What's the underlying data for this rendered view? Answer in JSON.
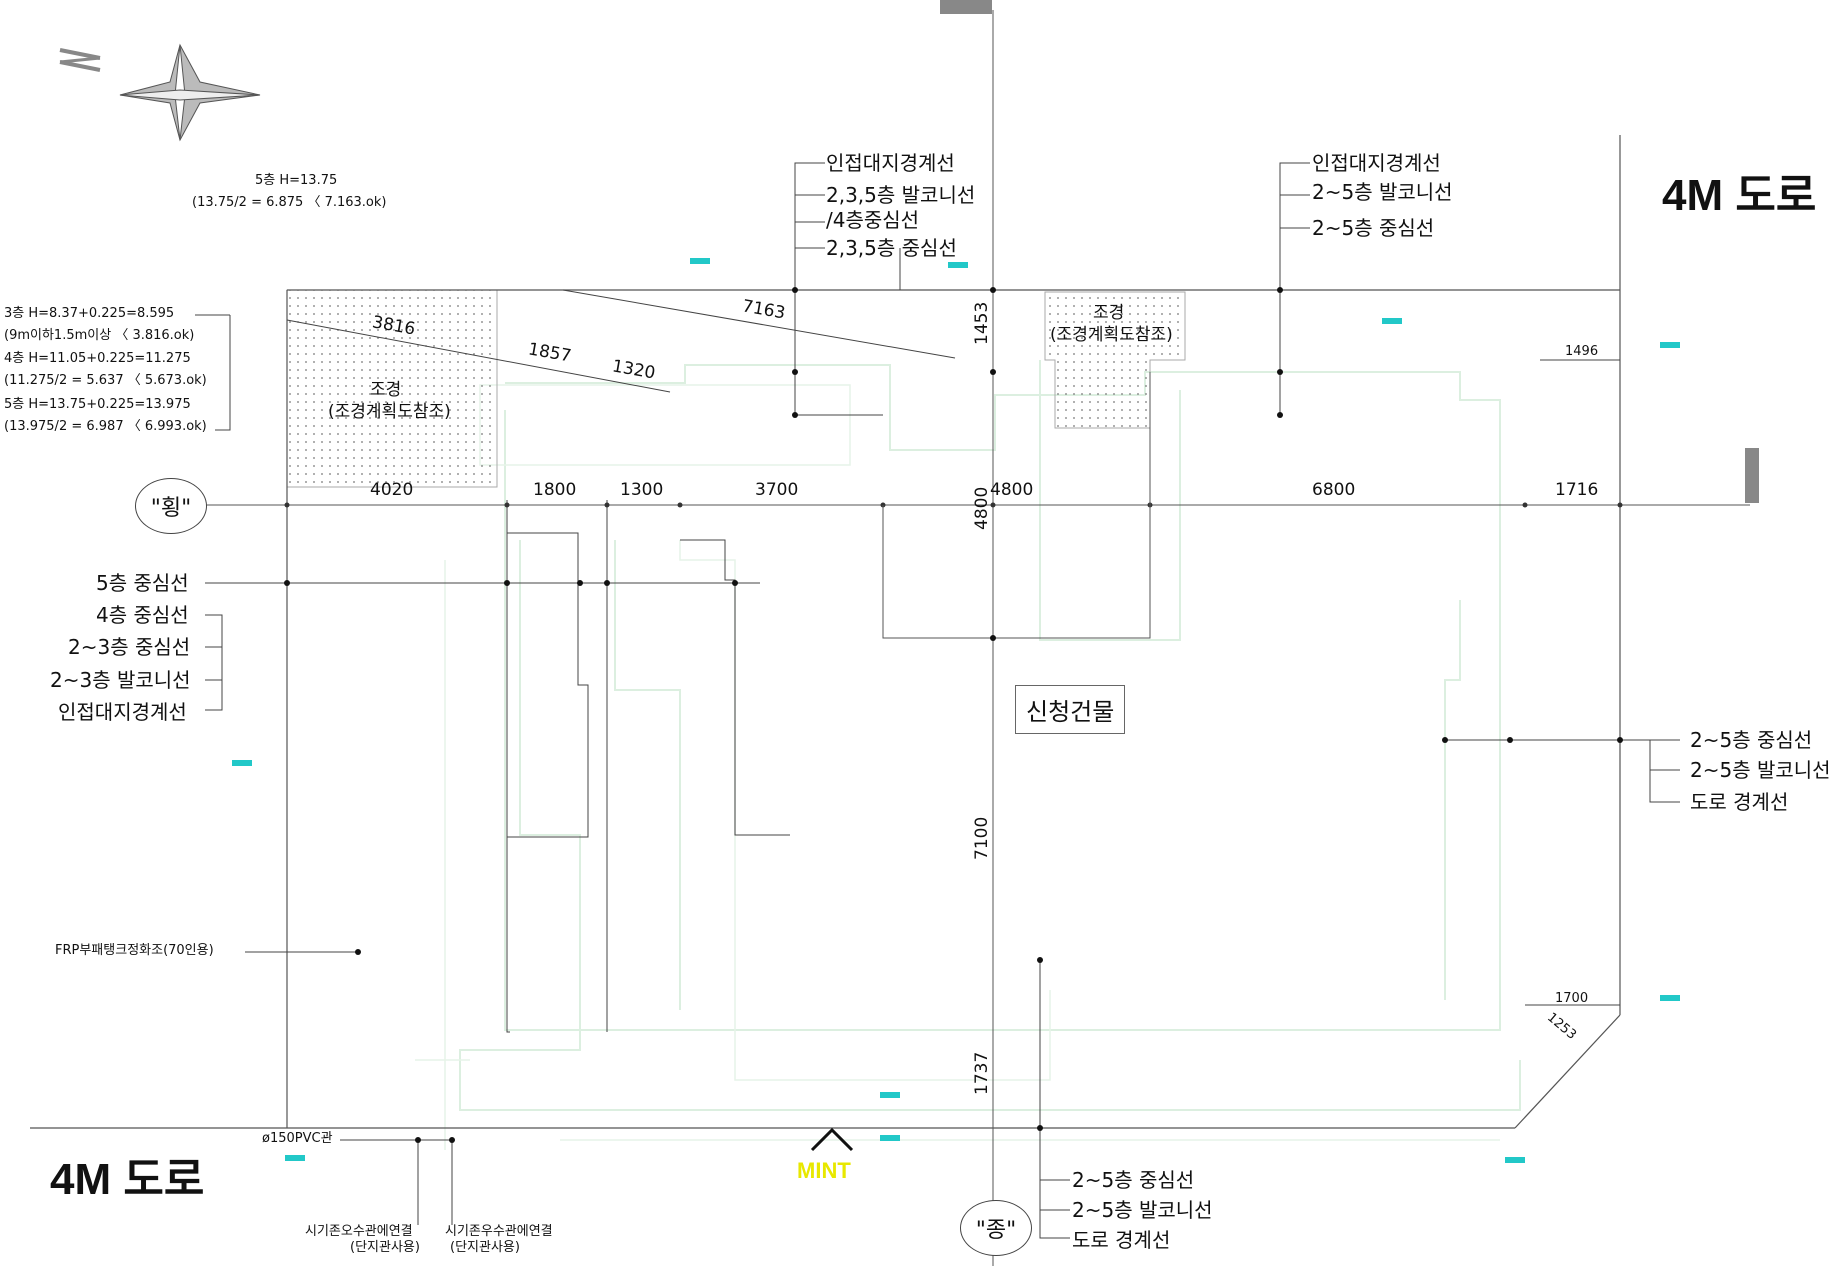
{
  "north_label": "N",
  "roads": {
    "top_right": "4M 도로",
    "bottom_left": "4M 도로"
  },
  "building": {
    "label": "신청건물"
  },
  "markers": {
    "transverse": "\"횡\"",
    "longitudinal": "\"종\"",
    "entrance": "MINT"
  },
  "height_notes": {
    "top": [
      "5층 H=13.75",
      "(13.75/2 = 6.875 〈 7.163.ok)"
    ],
    "left": [
      "3층 H=8.37+0.225=8.595",
      "(9m이하1.5m이상 〈 3.816.ok)",
      "4층 H=11.05+0.225=11.275",
      "(11.275/2 = 5.637 〈 5.673.ok)",
      "5층 H=13.75+0.225=13.975",
      "(13.975/2 = 6.987 〈 6.993.ok)"
    ]
  },
  "landscape": {
    "title": "조경",
    "note": "(조경계획도참조)"
  },
  "legends": {
    "top_mid": [
      "인접대지경계선",
      "2,3,5층 발코니선",
      "/4층중심선",
      "2,3,5층 중심선"
    ],
    "top_right": [
      "인접대지경계선",
      "2~5층 발코니선",
      "2~5층 중심선"
    ],
    "left": [
      "5층 중심선",
      "4층 중심선",
      "2~3층 중심선",
      "2~3층 발코니선",
      "인접대지경계선"
    ],
    "right": [
      "2~5층 중심선",
      "2~5층 발코니선",
      "도로 경계선"
    ],
    "bottom": [
      "2~5층 중심선",
      "2~5층 발코니선",
      "도로 경계선"
    ]
  },
  "dimensions": {
    "horizontal": [
      "4020",
      "1800",
      "1300",
      "3700",
      "4800",
      "6800",
      "1716"
    ],
    "vertical": [
      "4800",
      "1453",
      "7100",
      "1737"
    ],
    "diagonal": [
      "3816",
      "1857",
      "1320",
      "7163"
    ],
    "corner": [
      "1496",
      "1700",
      "1253"
    ]
  },
  "utilities": {
    "frp": "FRP부패탱크정화조(70인용)",
    "pvc": "ø150PVC관",
    "conn1": [
      "시기존오수관에연결",
      "(단지관사용)"
    ],
    "conn2": [
      "시기존우수관에연결",
      "(단지관사용)"
    ]
  },
  "colors": {
    "ink": "#111111",
    "faint": "#ddf0dd",
    "mint": "#e8e800",
    "accent": "#22c8c8"
  }
}
